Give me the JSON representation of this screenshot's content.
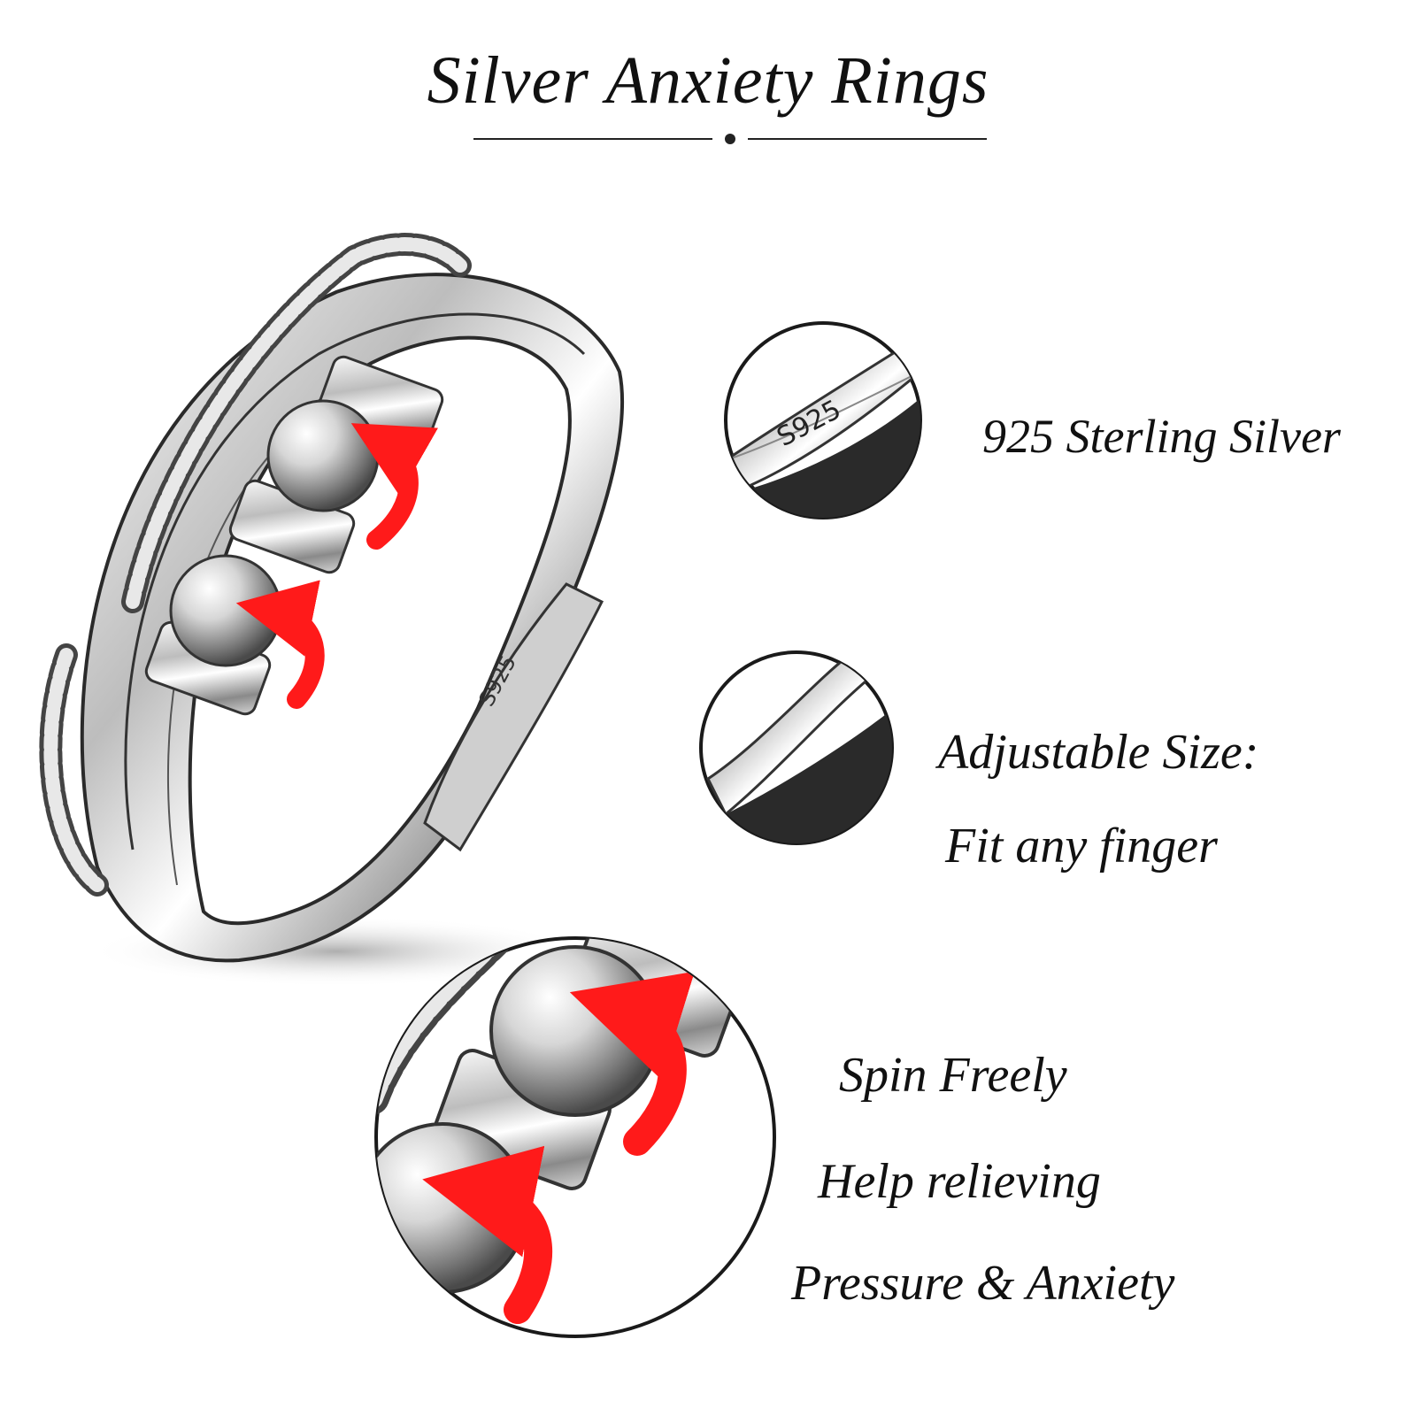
{
  "title": "Silver Anxiety Rings",
  "features": {
    "material": {
      "label": "925 Sterling Silver",
      "engraving": "S925"
    },
    "size": {
      "line1": "Adjustable Size:",
      "line2": "Fit any finger"
    },
    "spin": {
      "line1": "Spin Freely",
      "line2": "Help relieving",
      "line3": "Pressure & Anxiety"
    }
  },
  "ring": {
    "engraving": "S925"
  },
  "colors": {
    "arrow": "#ff1a1a",
    "silver_dark": "#6b6b6b",
    "silver_light": "#f2f2f2",
    "outline": "#1a1a1a"
  }
}
